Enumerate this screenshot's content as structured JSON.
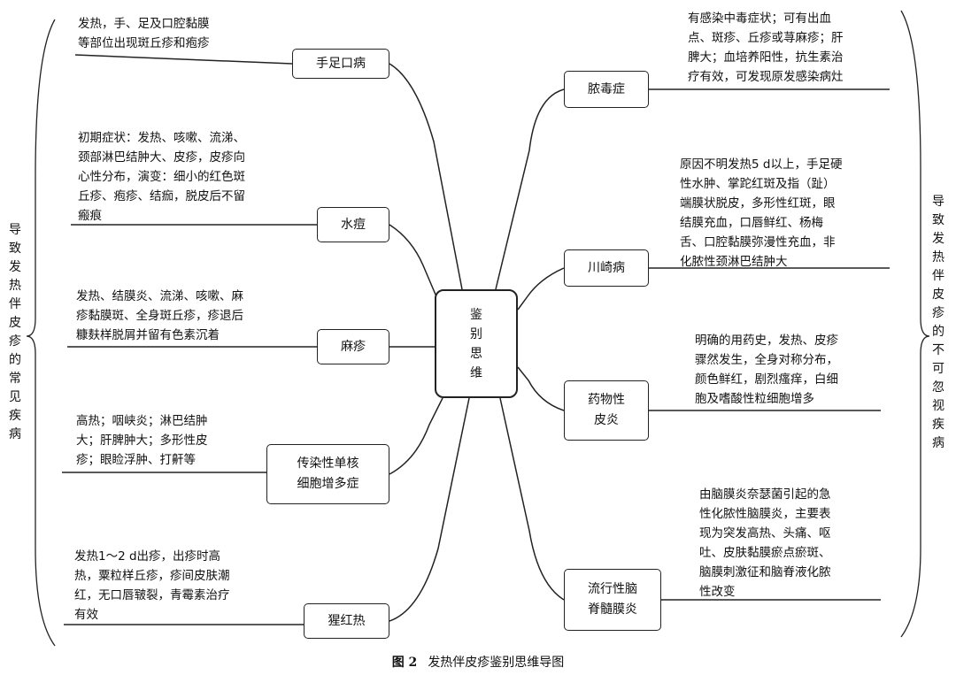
{
  "center": {
    "label": "鉴\n别\n思\n维"
  },
  "left_title": "导\n致\n发\n热\n伴\n皮\n疹\n的\n常\n见\n疾\n病",
  "right_title": "导\n致\n发\n热\n伴\n皮\n疹\n的\n不\n可\n忽\n视\n疾\n病",
  "left_nodes": [
    {
      "label": "手足口病",
      "description": "发热，手、足及口腔黏膜\n等部位出现斑丘疹和疱疹"
    },
    {
      "label": "水痘",
      "description": "初期症状：发热、咳嗽、流涕、\n颈部淋巴结肿大、皮疹，皮疹向\n心性分布，演变：细小的红色斑\n丘疹、疱疹、结痂，脱皮后不留\n瘢痕"
    },
    {
      "label": "麻疹",
      "description": "发热、结膜炎、流涕、咳嗽、麻\n疹黏膜斑、全身斑丘疹，疹退后\n糠麸样脱屑并留有色素沉着"
    },
    {
      "label": "传染性单核\n细胞增多症",
      "description": "高热；咽峡炎；淋巴结肿\n大；肝脾肿大；多形性皮\n疹；眼睑浮肿、打鼾等"
    },
    {
      "label": "猩红热",
      "description": "发热1～2 d出疹，出疹时高\n热，粟粒样丘疹，疹间皮肤潮\n红，无口唇皲裂，青霉素治疗\n有效"
    }
  ],
  "right_nodes": [
    {
      "label": "脓毒症",
      "description": "有感染中毒症状；可有出血\n点、斑疹、丘疹或荨麻疹；肝\n脾大；血培养阳性，抗生素治\n疗有效，可发现原发感染病灶"
    },
    {
      "label": "川崎病",
      "description": "原因不明发热5 d以上，手足硬\n性水肿、掌跎红斑及指（趾）\n端膜状脱皮，多形性红斑，眼\n结膜充血，口唇鲜红、杨梅\n舌、口腔黏膜弥漫性充血，非\n化脓性颈淋巴结肿大"
    },
    {
      "label": "药物性\n皮炎",
      "description": "明确的用药史，发热、皮疹\n骤然发生，全身对称分布，\n颜色鲜红，剧烈瘙痒，白细\n胞及嗜酸性粒细胞增多"
    },
    {
      "label": "流行性脑\n脊髓膜炎",
      "description": "由脑膜炎奈瑟菌引起的急\n性化脓性脑膜炎，主要表\n现为突发高热、头痛、呕\n吐、皮肤黏膜瘀点瘀斑、\n脑膜刺激征和脑脊液化脓\n性改变"
    }
  ],
  "caption": {
    "figure_no": "图 2",
    "title": "发热伴皮疹鉴别思维导图"
  }
}
